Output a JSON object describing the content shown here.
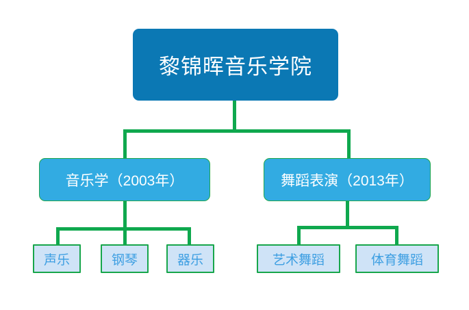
{
  "diagram": {
    "type": "organizational-tree",
    "title": "黎锦晖音乐学院",
    "background_color": "#FFFFFF",
    "connector_color": "#0FA84E",
    "levels": 3,
    "root": {
      "label": "黎锦晖音乐学院",
      "fill_color": "#0B78B4",
      "text_color": "#FFFFFF"
    },
    "branches": [
      {
        "label": "音乐学（2003年）",
        "program": "音乐学",
        "year": "2003年",
        "fill_color": "#32ABE2",
        "text_color": "#FFFFFF",
        "children": [
          {
            "label": "声乐",
            "fill_color": "#CFE3F7",
            "text_color": "#3E9FE2"
          },
          {
            "label": "钢琴",
            "fill_color": "#CFE3F7",
            "text_color": "#3E9FE2"
          },
          {
            "label": "器乐",
            "fill_color": "#CFE3F7",
            "text_color": "#3E9FE2"
          }
        ]
      },
      {
        "label": "舞蹈表演（2013年）",
        "program": "舞蹈表演",
        "year": "2013年",
        "fill_color": "#32ABE2",
        "text_color": "#FFFFFF",
        "children": [
          {
            "label": "艺术舞蹈",
            "fill_color": "#CFE3F7",
            "text_color": "#3E9FE2"
          },
          {
            "label": "体育舞蹈",
            "fill_color": "#CFE3F7",
            "text_color": "#3E9FE2"
          }
        ]
      }
    ]
  }
}
